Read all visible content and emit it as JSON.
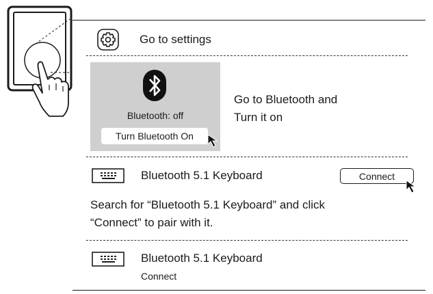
{
  "step1": {
    "text": "Go to settings",
    "icon": "gear-icon"
  },
  "step2": {
    "status": "Bluetooth: off",
    "button_label": "Turn Bluetooth On",
    "instruction_line1": "Go to Bluetooth and",
    "instruction_line2": "Turn it on",
    "icon": "bluetooth-icon"
  },
  "step3": {
    "device_name": "Bluetooth 5.1 Keyboard",
    "connect_label": "Connect",
    "instruction_line1": "Search for “Bluetooth 5.1 Keyboard” and click",
    "instruction_line2": "“Connect” to pair with it.",
    "icon": "keyboard-icon"
  },
  "step4": {
    "device_name": "Bluetooth 5.1 Keyboard",
    "status": "Connect",
    "icon": "keyboard-icon"
  },
  "colors": {
    "panel_gray": "#cfcfcf",
    "ink": "#1a1a1a"
  }
}
